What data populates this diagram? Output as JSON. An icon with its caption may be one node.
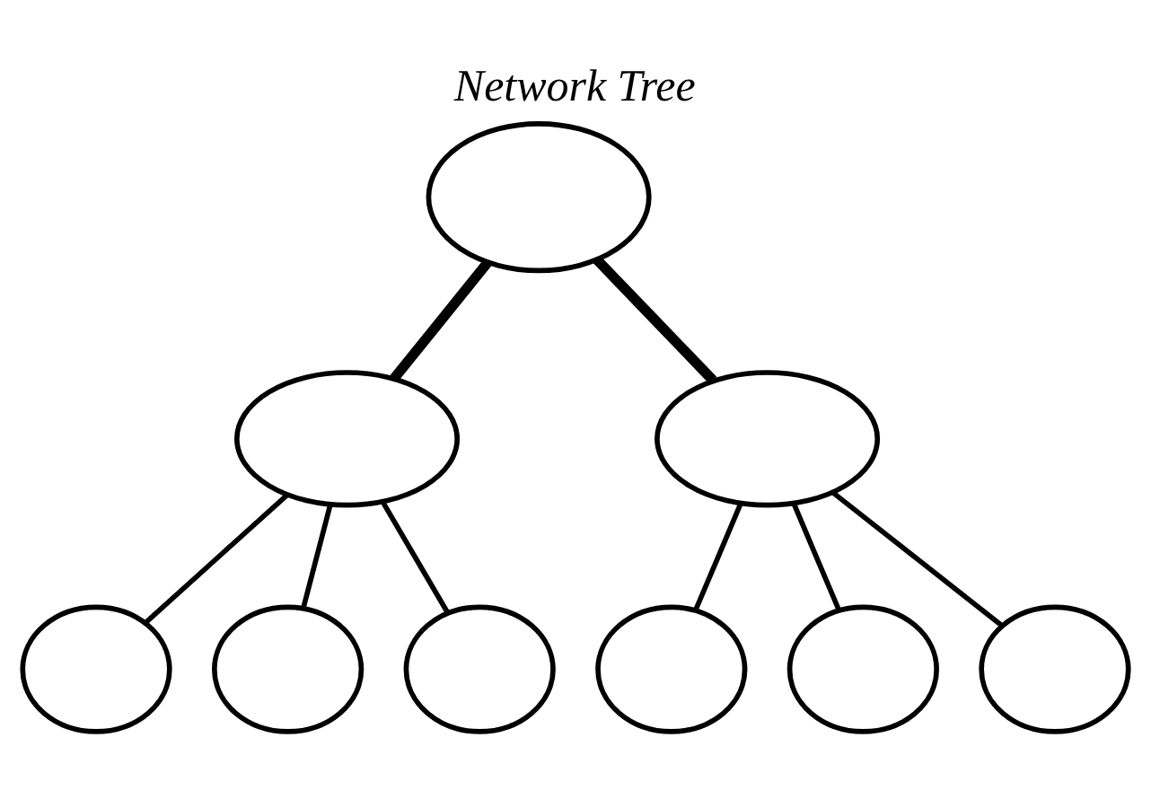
{
  "diagram": {
    "title": "Network Tree",
    "nodes": [
      {
        "text": [],
        "shape": "ellipse"
      },
      {
        "text": [],
        "shape": "ellipse"
      },
      {
        "text": [],
        "shape": "ellipse"
      },
      {
        "text": [],
        "shape": "ellipse"
      },
      {
        "text": [],
        "shape": "ellipse"
      },
      {
        "text": [],
        "shape": "ellipse"
      },
      {
        "text": [],
        "shape": "ellipse"
      },
      {
        "text": [],
        "shape": "ellipse"
      },
      {
        "text": [],
        "shape": "ellipse"
      }
    ],
    "edges": [
      {
        "from": 0,
        "to": 1,
        "arrow": "none",
        "style": "thick"
      },
      {
        "from": 0,
        "to": 2,
        "arrow": "none",
        "style": "thick"
      },
      {
        "from": 1,
        "to": 3,
        "arrow": "none"
      },
      {
        "from": 1,
        "to": 4,
        "arrow": "none"
      },
      {
        "from": 1,
        "to": 5,
        "arrow": "none"
      },
      {
        "from": 2,
        "to": 6,
        "arrow": "none"
      },
      {
        "from": 2,
        "to": 7,
        "arrow": "none"
      },
      {
        "from": 2,
        "to": 8,
        "arrow": "none"
      }
    ]
  }
}
